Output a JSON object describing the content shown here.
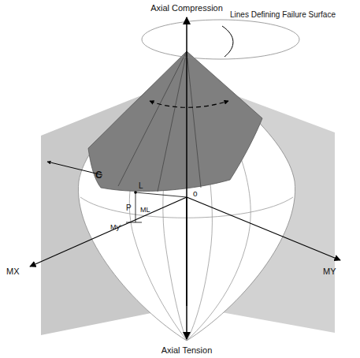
{
  "diagram": {
    "labels": [
      "Axial Compression",
      "Lines Defining Failure Surface",
      "C",
      "L",
      "P",
      "ML",
      "My'",
      "o",
      "MX",
      "MY",
      "Axial Tension"
    ]
  }
}
